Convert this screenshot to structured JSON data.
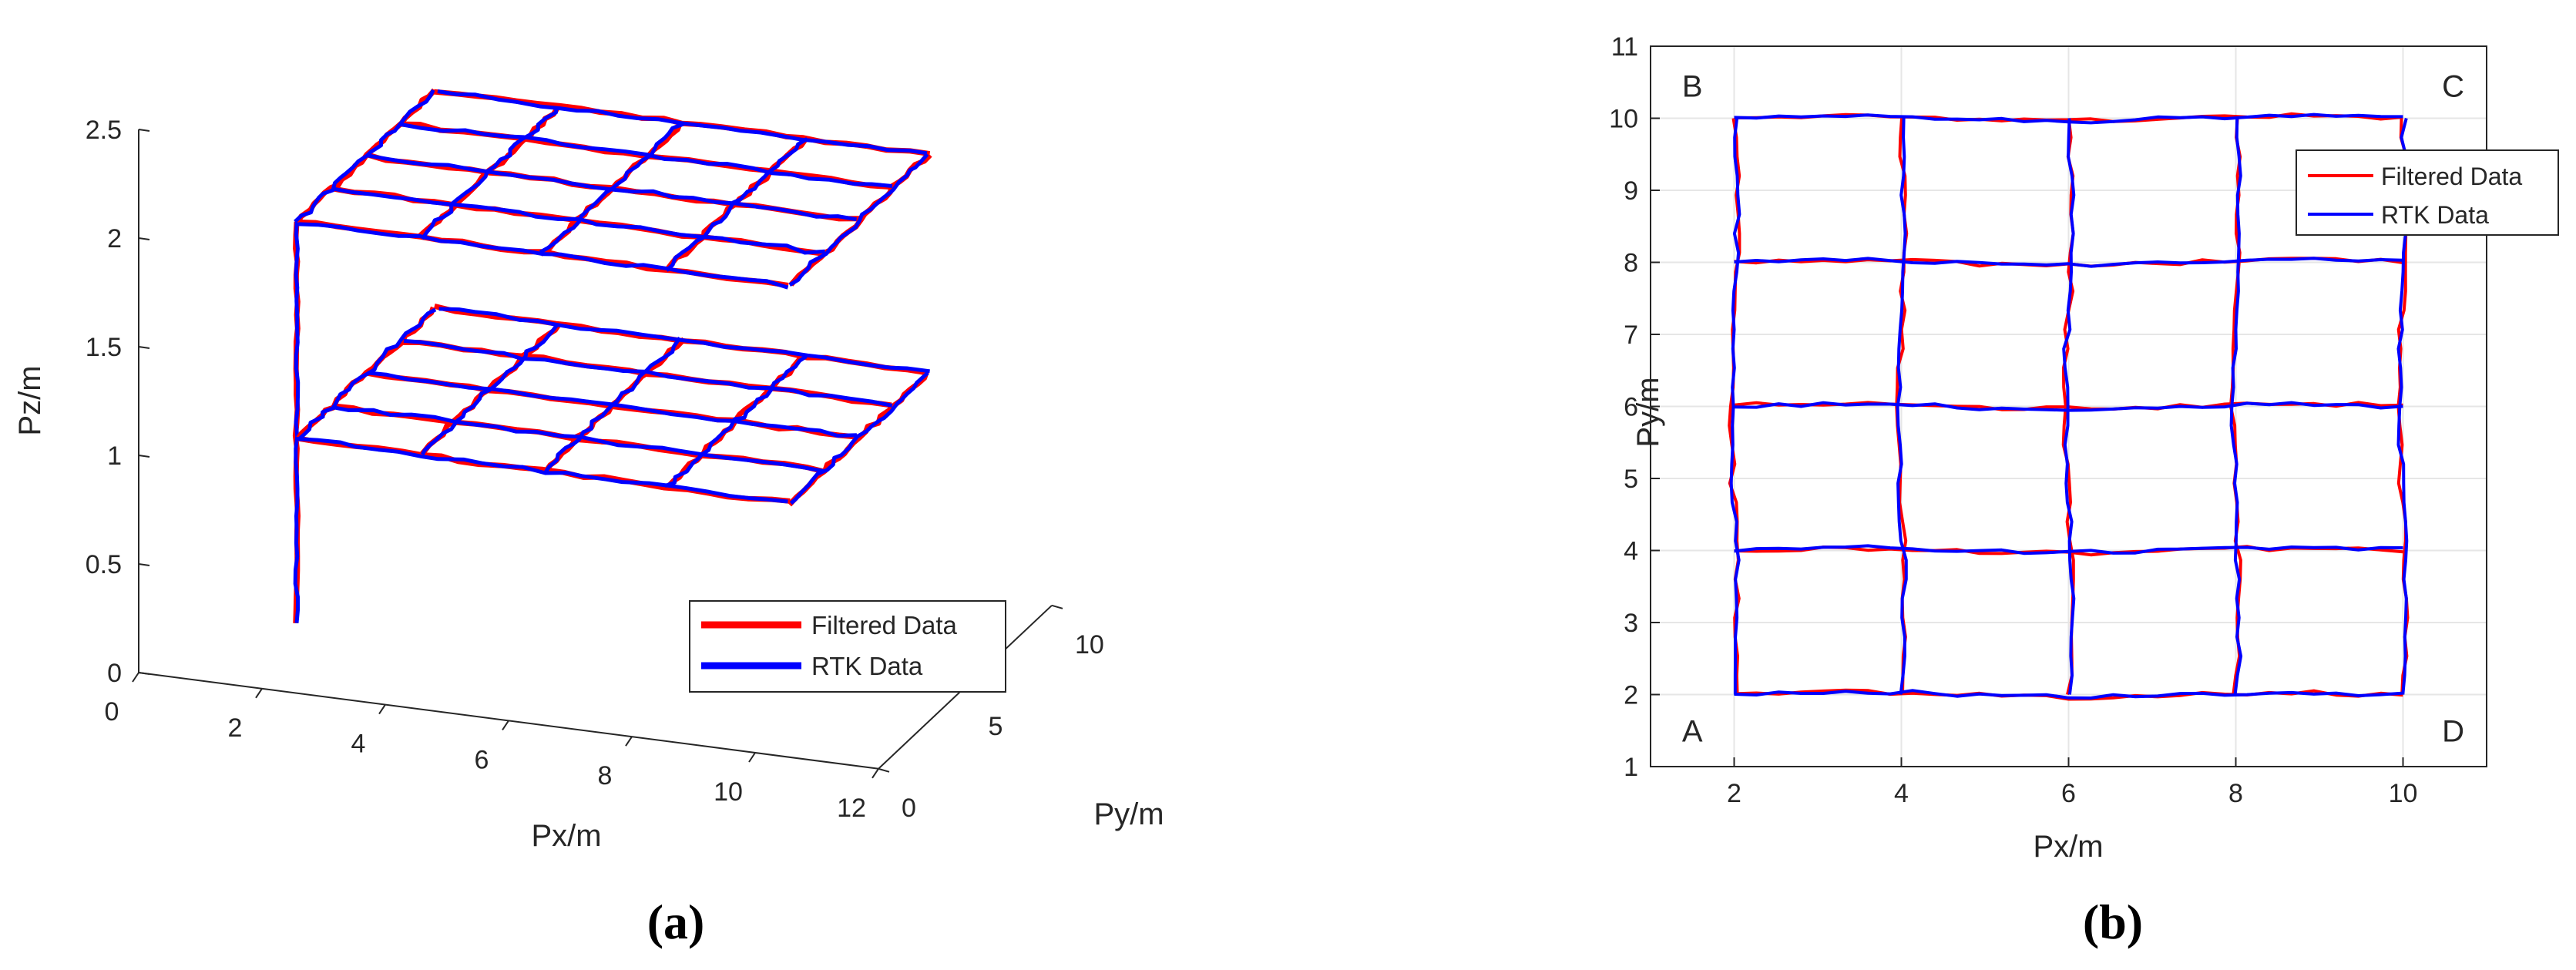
{
  "colors": {
    "filtered": "#ff0000",
    "rtk": "#0000ff",
    "axis": "#262626",
    "grid": "#e6e6e6"
  },
  "chart_data": [
    {
      "type": "line3d",
      "caption": "(a)",
      "xlabel": "Px/m",
      "ylabel": "Py/m",
      "zlabel": "Pz/m",
      "xticks": [
        "0",
        "2",
        "4",
        "6",
        "8",
        "10",
        "12"
      ],
      "yticks": [
        "0",
        "5",
        "10"
      ],
      "zticks": [
        "0",
        "0.5",
        "1",
        "1.5",
        "2",
        "2.5"
      ],
      "xlim": [
        0,
        12
      ],
      "ylim": [
        0,
        10
      ],
      "zlim": [
        0,
        2.5
      ],
      "grid": false,
      "legend": {
        "position": "bottom-right",
        "entries": [
          "Filtered Data",
          "RTK Data"
        ]
      },
      "series": [
        {
          "name": "Filtered Data",
          "color_key": "filtered",
          "path_description": "vertical climb at (2,2) to z=1 and z=2; 4x4 grid of lines x in {2,4,6,8,10}, y in {2,4,6,8,10} flown at z=1 and z=2"
        },
        {
          "name": "RTK Data",
          "color_key": "rtk"
        }
      ],
      "layers_z": [
        1,
        2
      ],
      "grid_lines": [
        2,
        4,
        6,
        8,
        10
      ],
      "climb_start": {
        "x": 2,
        "y": 2,
        "z": 0.15
      }
    },
    {
      "type": "line",
      "caption": "(b)",
      "xlabel": "Px/m",
      "ylabel": "Py/m",
      "xticks": [
        "2",
        "4",
        "6",
        "8",
        "10"
      ],
      "yticks": [
        "1",
        "2",
        "3",
        "4",
        "5",
        "6",
        "7",
        "8",
        "9",
        "10",
        "11"
      ],
      "xlim": [
        1,
        11
      ],
      "ylim": [
        1,
        11
      ],
      "grid": true,
      "legend": {
        "position": "top-right",
        "entries": [
          "Filtered Data",
          "RTK Data"
        ]
      },
      "corner_labels": [
        {
          "text": "A",
          "x": 1.5,
          "y": 1.5
        },
        {
          "text": "B",
          "x": 1.5,
          "y": 10.45
        },
        {
          "text": "C",
          "x": 10.6,
          "y": 10.45
        },
        {
          "text": "D",
          "x": 10.6,
          "y": 1.5
        }
      ],
      "grid_lines": [
        2,
        4,
        6,
        8,
        10
      ],
      "series": [
        {
          "name": "Filtered Data",
          "color_key": "filtered"
        },
        {
          "name": "RTK Data",
          "color_key": "rtk"
        }
      ]
    }
  ]
}
